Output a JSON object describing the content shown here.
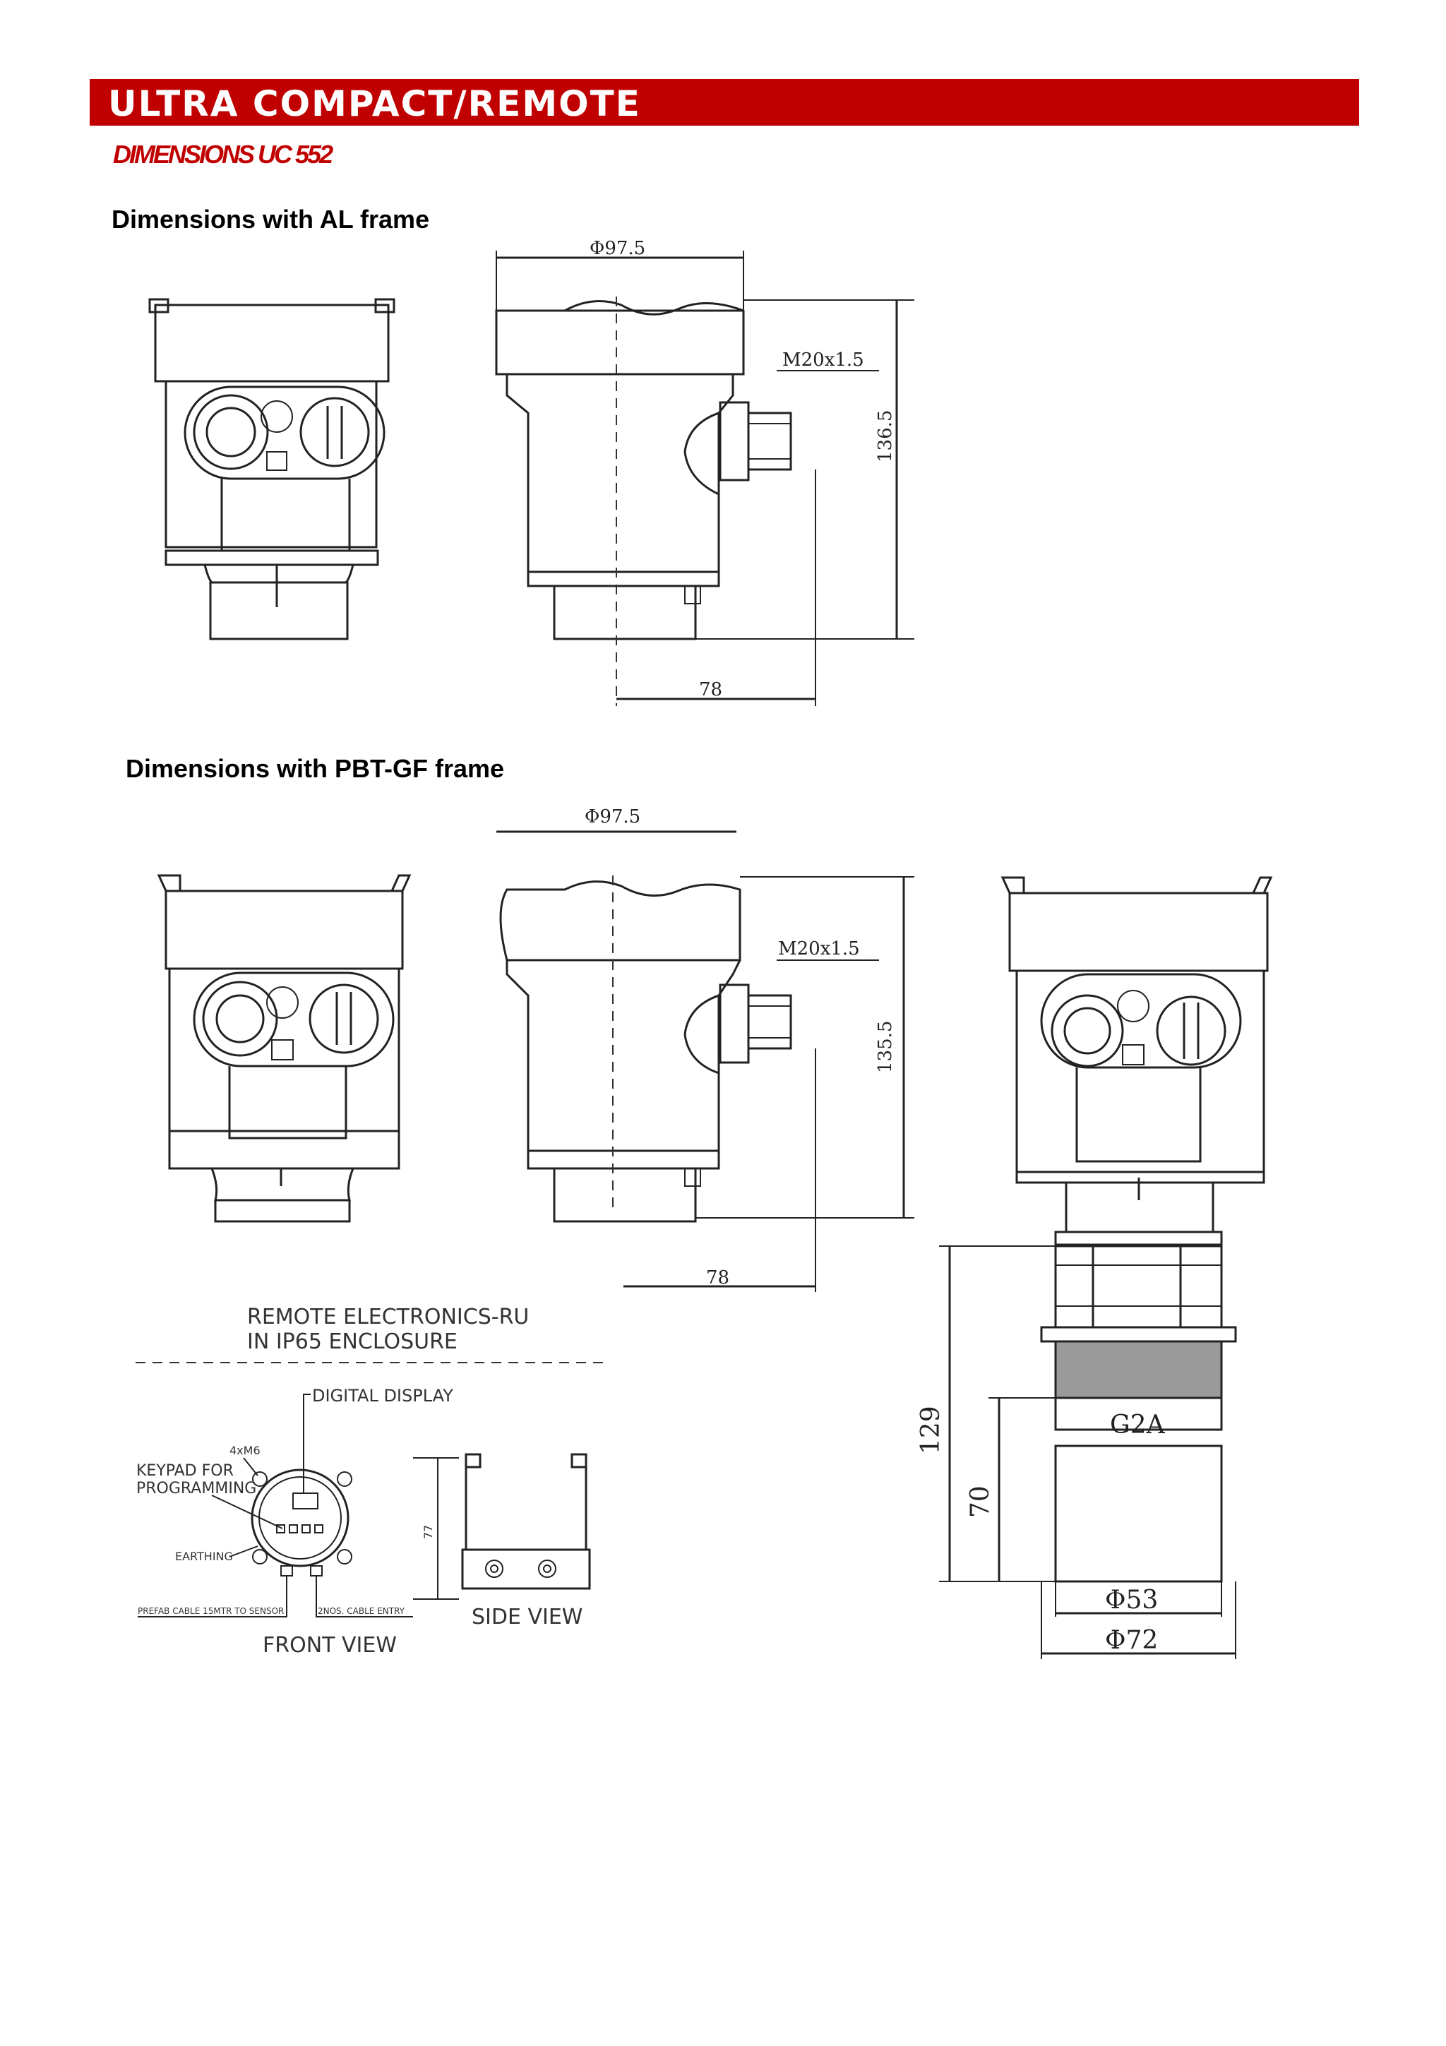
{
  "header": {
    "banner_title": "ULTRA COMPACT/REMOTE",
    "subtitle": "DIMENSIONS UC 552"
  },
  "sections": {
    "al": {
      "heading": "Dimensions with AL frame"
    },
    "pbt": {
      "heading": "Dimensions with PBT-GF frame"
    }
  },
  "dimensions": {
    "al_diameter": "Φ97.5",
    "al_thread": "M20x1.5",
    "al_height": "136.5",
    "al_width": "78",
    "pbt_diameter": "Φ97.5",
    "pbt_thread": "M20x1.5",
    "pbt_height": "135.5",
    "pbt_width": "78",
    "sensor_length": "129",
    "thread_length": "70",
    "thread_size": "G2A",
    "inner_diameter": "Φ53",
    "outer_diameter": "Φ72"
  },
  "remote": {
    "title_line1": "REMOTE ELECTRONICS-RU",
    "title_line2": "IN IP65 ENCLOSURE",
    "digital_display": "DIGITAL DISPLAY",
    "keypad_line1": "KEYPAD FOR",
    "keypad_line2": "PROGRAMMING",
    "screw": "4xM6",
    "earthing": "EARTHING",
    "prefab_cable": "PREFAB CABLE 15MTR TO SENSOR",
    "cable_entry": "2NOS. CABLE ENTRY",
    "front_view": "FRONT VIEW",
    "side_view": "SIDE VIEW",
    "side_dim": "77"
  }
}
